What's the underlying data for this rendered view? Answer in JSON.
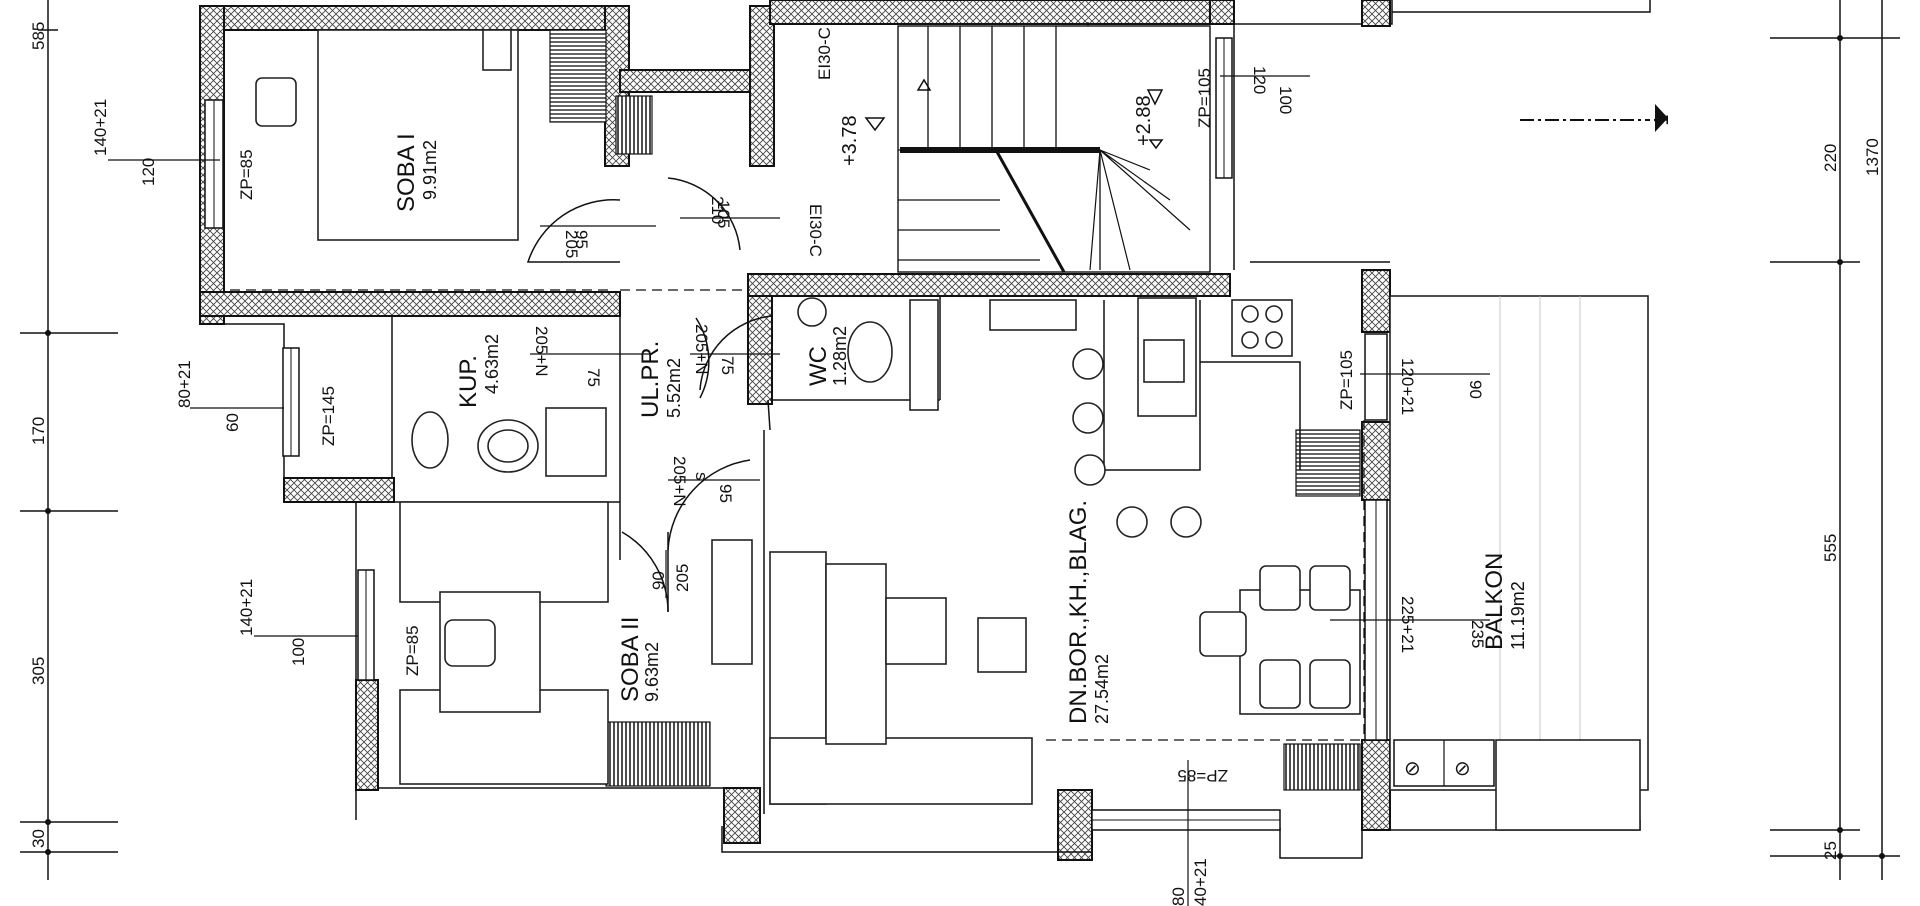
{
  "rooms": {
    "soba1": {
      "name": "SOBA  I",
      "area": "9.91m2"
    },
    "kup": {
      "name": "KUP.",
      "area": "4.63m2"
    },
    "ulpr": {
      "name": "UL.PR.",
      "area": "5.52m2"
    },
    "wc": {
      "name": "WC",
      "area": "1.28m2"
    },
    "soba2": {
      "name": "SOBA  II",
      "area": "9.63m2"
    },
    "dnevna": {
      "name": "DN.BOR.,KH.,BLAG.",
      "area": "27.54m2"
    },
    "balkon": {
      "name": "BALKON",
      "area": "11.19m2"
    }
  },
  "left_dims": [
    "585",
    "170",
    "305",
    "30"
  ],
  "right_dims": [
    "220",
    "1370",
    "555",
    "25"
  ],
  "openings": {
    "w1_top": "140+21",
    "w1_bot": "120",
    "w1_zp": "ZP=85",
    "w2_top": "80+21",
    "w2_bot": "60",
    "w2_zp": "ZP=145",
    "w3_top": "140+21",
    "w3_bot": "100",
    "w3_zp": "ZP=85",
    "d_soba1_top": "205",
    "d_soba1_bot": "95",
    "d_hall_top": "210",
    "d_hall_bot": "105",
    "d_hall_fire": "EI30-C",
    "d_kup_top": "205+N",
    "d_kup_bot": "75",
    "d_wc_top": "205+N",
    "d_wc_bot": "75",
    "d_liv_top": "205+N",
    "d_liv_bot": "95",
    "d_liv_s": "s",
    "d_soba2_top": "90",
    "d_soba2_bot": "205",
    "stair_fire": "EI30-C",
    "w_top1": "120",
    "w_top2": "100",
    "w_top_zp": "ZP=105",
    "w_bal_top": "120+21",
    "w_bal_bot": "90",
    "w_bal_zp": "ZP=105",
    "d_bal_top": "225+21",
    "d_bal_bot": "235",
    "w_bottom_zp": "ZP=85",
    "w_bottom_top": "80",
    "w_bottom_bot": "40+21"
  },
  "levels": {
    "upper": "+3.78",
    "landing": "+2.88"
  },
  "section_mark": "1",
  "symbols": [
    "⊘",
    "⊘"
  ]
}
